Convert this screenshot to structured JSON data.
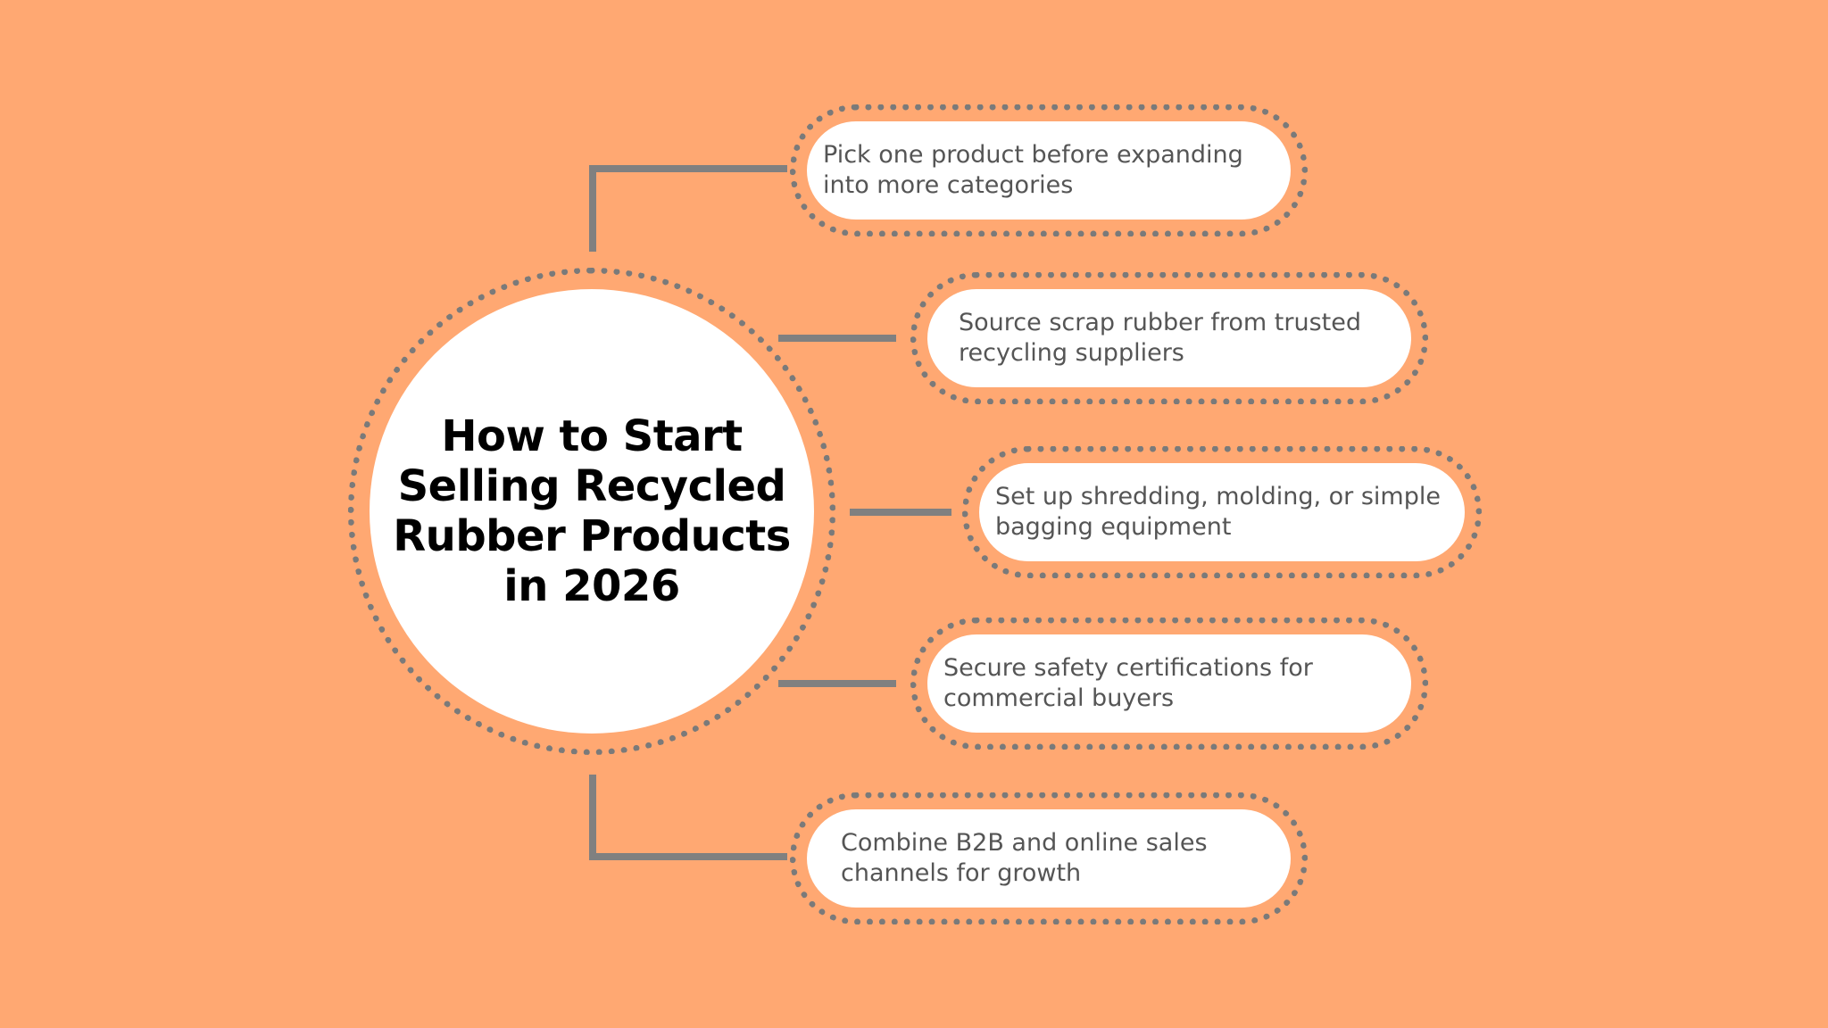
{
  "title": "How to Start Selling Recycled Rubber Products in 2026",
  "steps": [
    {
      "text": "Pick one product before expanding into more categories"
    },
    {
      "text": "Source scrap rubber from trusted recycling suppliers"
    },
    {
      "text": "Set up shredding, molding, or simple bagging equipment"
    },
    {
      "text": "Secure safety certifications for commercial buyers"
    },
    {
      "text": "Combine B2B and online sales channels for growth"
    }
  ],
  "colors": {
    "background": "#FFA872",
    "connector": "#808080",
    "dots": "#7a7a7a",
    "fill": "#ffffff",
    "title_text": "#000000",
    "step_text": "#555555"
  }
}
